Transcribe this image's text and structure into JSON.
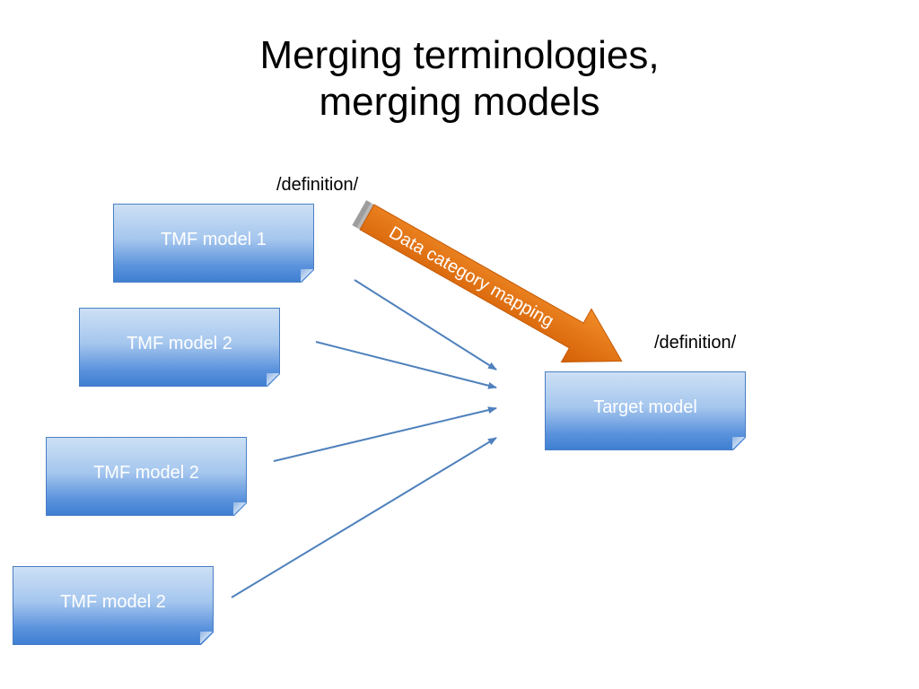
{
  "title": {
    "line1": "Merging terminologies,",
    "line2": "merging models"
  },
  "labels": {
    "definition_top": "/definition/",
    "definition_right": "/definition/"
  },
  "sources": [
    {
      "label": "TMF model 1"
    },
    {
      "label": "TMF model 2"
    },
    {
      "label": "TMF model 2"
    },
    {
      "label": "TMF model 2"
    }
  ],
  "target": {
    "label": "Target model"
  },
  "mapping": {
    "label": "Data category mapping"
  },
  "colors": {
    "box_gradient_top": "#cde0f5",
    "box_gradient_bottom": "#3f7fd2",
    "connector": "#4f81bd",
    "mapping_arrow": "#e36c0a"
  }
}
